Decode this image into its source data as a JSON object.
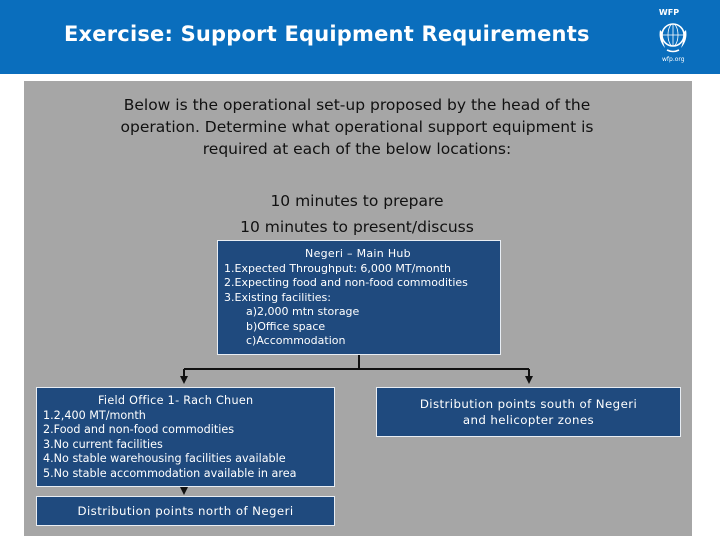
{
  "header": {
    "title": "Exercise: Support Equipment Requirements",
    "logo": {
      "top_text": "WFP",
      "url_text": "wfp.org",
      "icon": "wfp-emblem-icon"
    }
  },
  "intro": {
    "lines": [
      "Below is the operational set-up proposed by the head of the",
      "operation. Determine what operational support equipment is",
      "required at each of the below locations:"
    ]
  },
  "timing": {
    "lines": [
      "10 minutes to prepare",
      "10 minutes to present/discuss"
    ]
  },
  "diagram": {
    "hub": {
      "title": "Negeri – Main Hub",
      "items": [
        "1.Expected Throughput: 6,000 MT/month",
        "2.Expecting food and non-food commodities",
        "3.Existing facilities:"
      ],
      "subitems": [
        "a)2,000 mtn storage",
        "b)Office space",
        "c)Accommodation"
      ]
    },
    "field_office": {
      "title": "Field Office 1- Rach Chuen",
      "items": [
        "1.2,400 MT/month",
        "2.Food and non-food commodities",
        "3.No current facilities",
        "4.No stable warehousing  facilities available",
        "5.No stable accommodation available in area"
      ]
    },
    "south": {
      "lines": [
        "Distribution points south of Negeri",
        "and helicopter zones"
      ]
    },
    "north": {
      "label": "Distribution points north of Negeri"
    }
  },
  "colors": {
    "header_bg": "#0a6ebd",
    "panel_bg": "#a6a6a6",
    "box_bg": "#1f4a7e",
    "box_text": "#ffffff"
  }
}
